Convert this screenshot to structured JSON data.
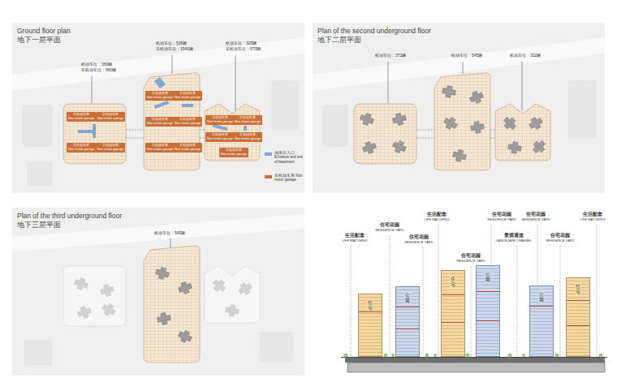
{
  "diagram": {
    "nodes": [
      {
        "text": [
          "Ground floor plan",
          "地下一层平面"
        ]
      },
      {
        "text": [
          "非机动车库",
          "Non motor garage"
        ],
        "in": 0
      },
      {
        "text": [
          "非机动车库",
          "Non motor garage"
        ],
        "in": 0
      },
      {
        "text": [
          "非机动车库",
          "Non motor garage"
        ],
        "in": 0
      },
      {
        "text": [
          "非机动车库",
          "Non motor garage"
        ],
        "in": 0
      },
      {
        "text": [
          "非机动车库",
          "Non motor garage"
        ],
        "in": 0
      },
      {
        "text": [
          "非机动车库",
          "Non motor garage"
        ],
        "in": 0
      },
      {
        "text": [
          "非机动车库",
          "Non motor garage"
        ],
        "in": 0
      },
      {
        "text": [
          "非机动车库",
          "Non motor garage"
        ],
        "in": 0
      },
      {
        "text": [
          "非机动车库",
          "Non motor garage"
        ],
        "in": 0
      },
      {
        "text": [
          "非机动车库",
          "Non motor garage"
        ],
        "in": 0
      },
      {
        "text": [
          "非机动车库",
          "Non motor garage"
        ],
        "in": 0
      },
      {
        "text": [
          "非机动车库",
          "Non motor garage"
        ],
        "in": 0
      },
      {
        "text": [
          "非机动车库",
          "Non motor garage"
        ],
        "in": 0
      },
      {
        "text": [
          "非机动车库",
          "Non motor garage"
        ],
        "in": 0
      },
      {
        "text": [
          "非机动车库",
          "Non motor garage"
        ],
        "in": 0
      },
      {
        "text": [
          "Plan of the second underground floor",
          "地下二层平面"
        ]
      },
      {
        "text": [
          "Plan of the third underground floor",
          "地下三层平面"
        ]
      },
      {
        "text": [
          "住宅"
        ]
      },
      {
        "text": [
          "公寓"
        ]
      },
      {
        "text": [
          "住宅"
        ]
      },
      {
        "text": [
          "公寓"
        ]
      },
      {
        "text": [
          "公寓"
        ]
      },
      {
        "text": [
          "住宅"
        ]
      }
    ],
    "labels": [
      "机动车位：360辆",
      "非机动车位：960辆",
      "机动车位：536辆",
      "非机动车位：1540辆",
      "机动车位：325辆",
      "非机动车位：670辆",
      "机动车位：372辆",
      "机动车位：545辆",
      "机动车位：332辆",
      "机动车位：545辆",
      "生活配套",
      "LIFE MATCHING",
      "住宅花园",
      "RESIDENCE YARD",
      "生活配套",
      "LIFE MATCHING",
      "住宅花园",
      "RESIDENCE YARD",
      "住宅花园",
      "RESIDENCE YARD",
      "住宅花园",
      "RESIDENCE YARD",
      "景观通道",
      "LANDSCAPE CHANNEL",
      "住宅花园",
      "RESIDENCE YARD",
      "住宅花园",
      "RESIDENCE YARD",
      "生活配套",
      "LIFE MATCHING"
    ],
    "legend": [
      {
        "text": "地库出入口 Entrance and exit of basement",
        "color": "#7ea6d6"
      },
      {
        "text": "非机动车库 Non motor garage",
        "color": "#c96f38"
      }
    ]
  }
}
